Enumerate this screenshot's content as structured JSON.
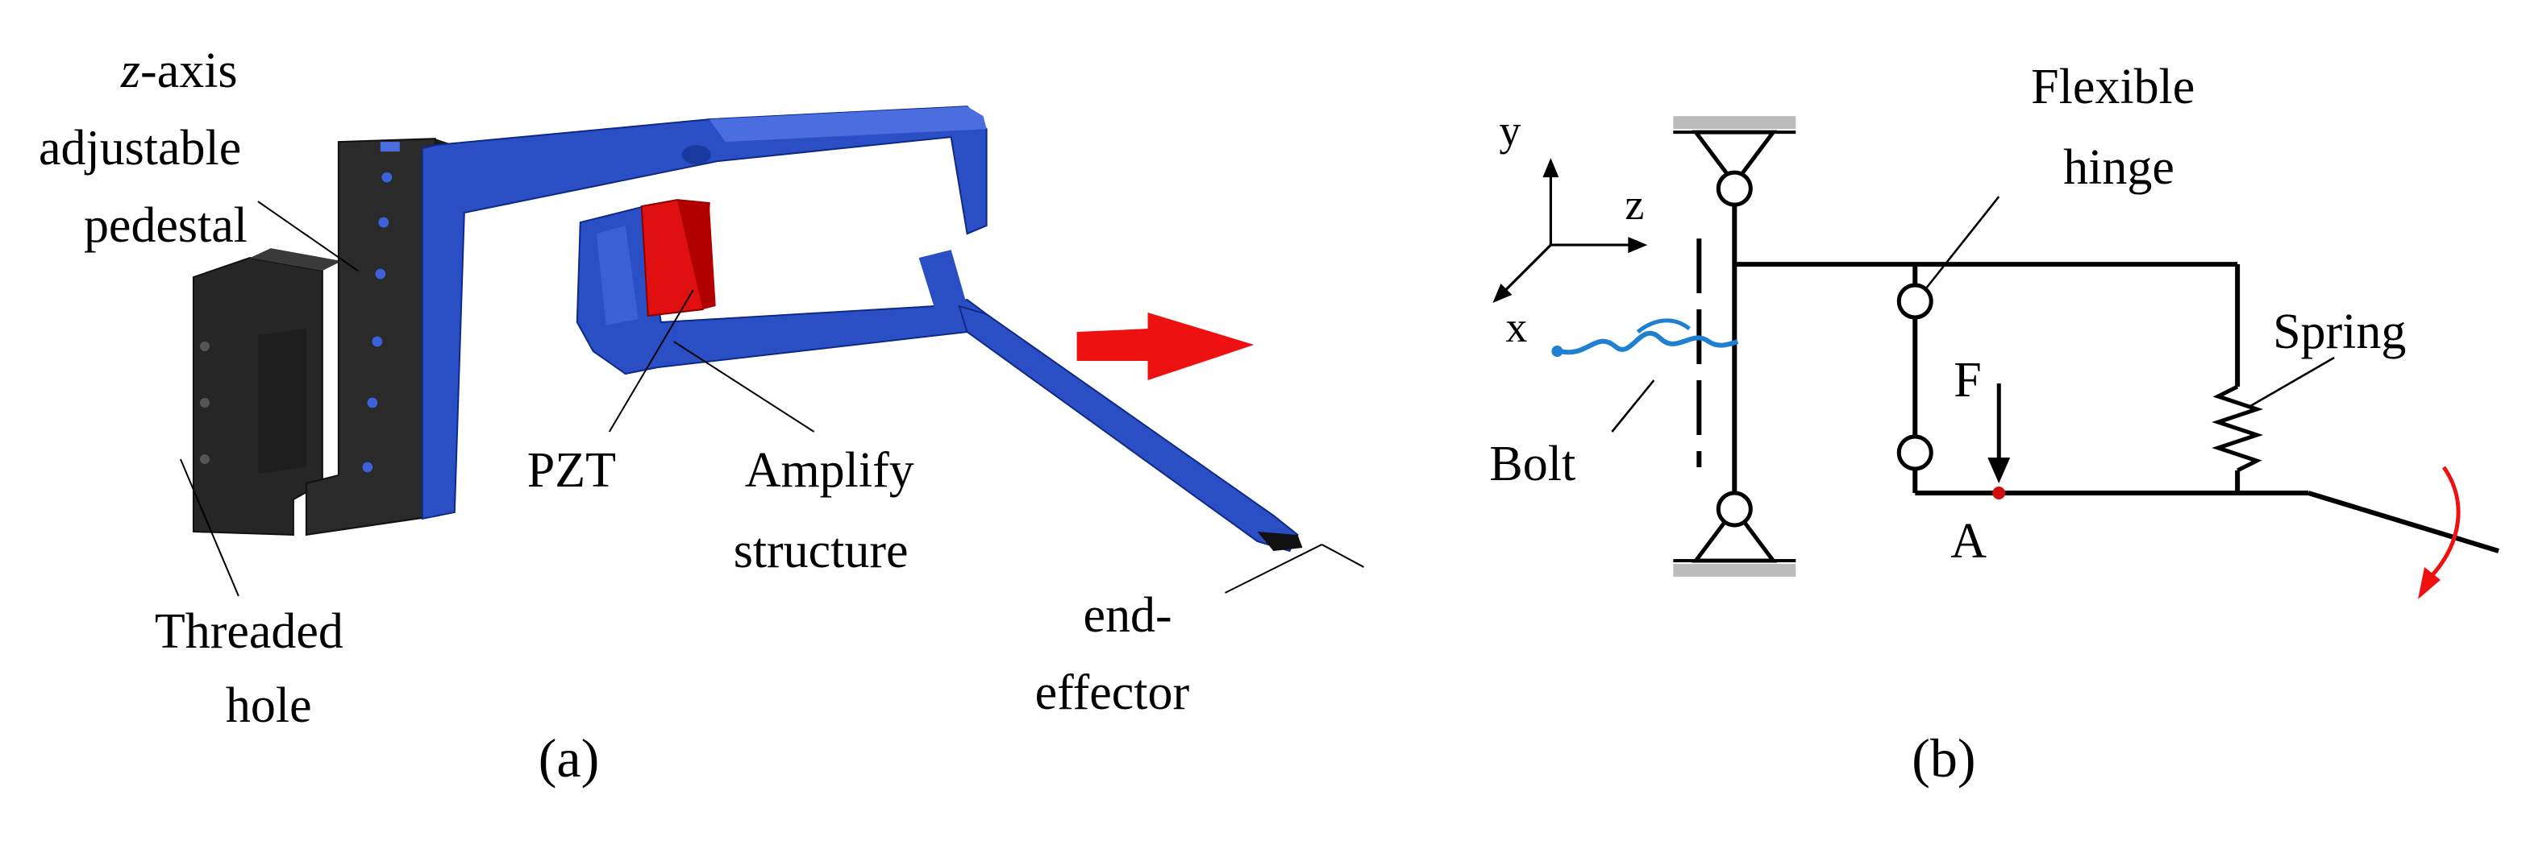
{
  "figure_a": {
    "label_axis_z": "z",
    "label_axis_suffix": "-axis",
    "label_adjustable": "adjustable",
    "label_pedestal": "pedestal",
    "label_threaded": "Threaded",
    "label_hole": "hole",
    "label_pzt": "PZT",
    "label_amplify": "Amplify",
    "label_structure": "structure",
    "label_end": "end-",
    "label_effector": "effector",
    "caption": "(a)"
  },
  "figure_b": {
    "axis_y": "y",
    "axis_z": "z",
    "axis_x": "x",
    "label_flexible": "Flexible",
    "label_hinge": "hinge",
    "label_spring": "Spring",
    "label_force": "F",
    "label_point": "A",
    "label_bolt": "Bolt",
    "caption": "(b)"
  },
  "colors": {
    "structure_blue": "#2a4fc4",
    "pedestal_black": "#2a2a2a",
    "pzt_red": "#e01010",
    "arrow_red": "#ee1111",
    "bolt_blue": "#1f7fd0"
  }
}
